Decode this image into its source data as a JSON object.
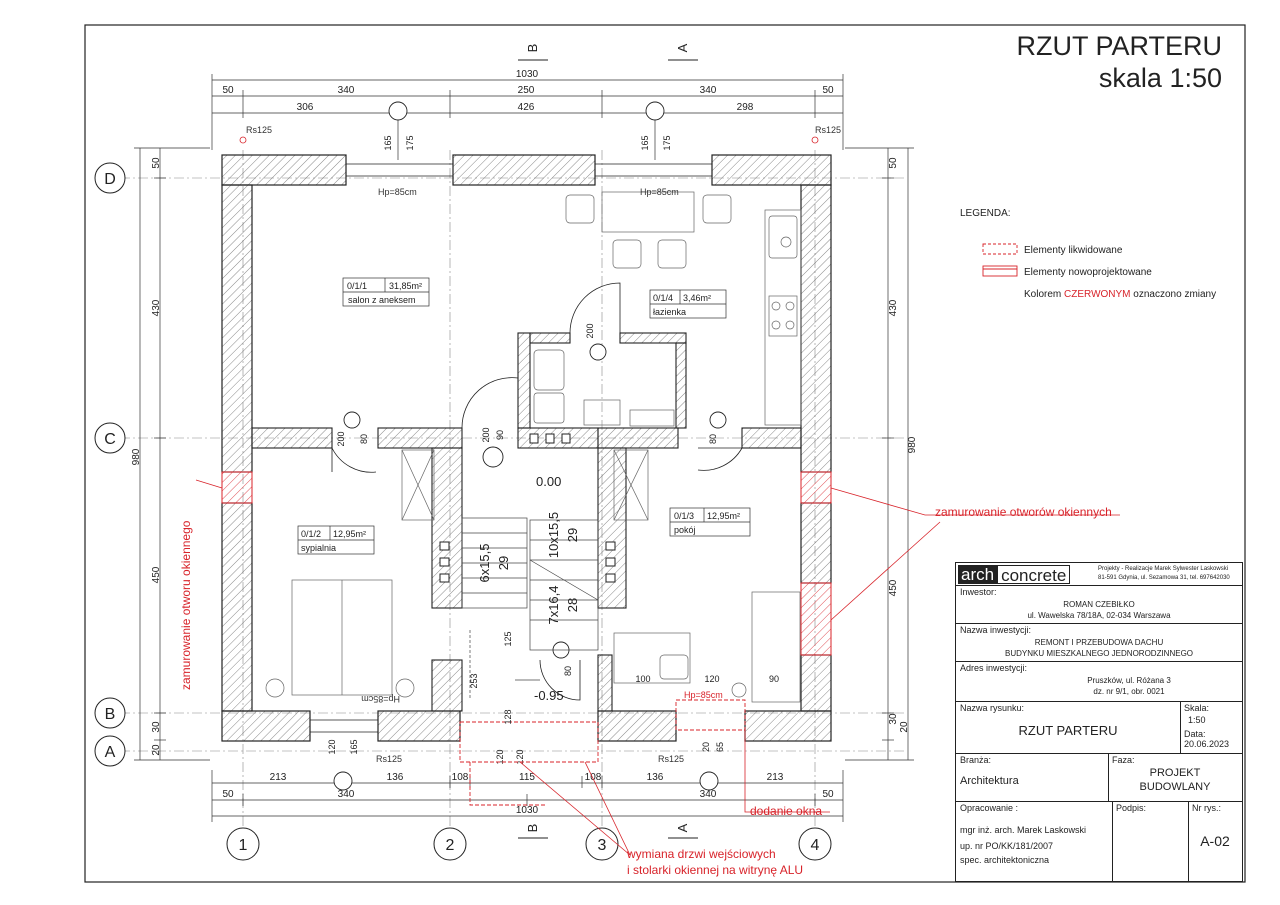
{
  "title": {
    "line1": "RZUT PARTERU",
    "line2": "skala 1:50"
  },
  "legend": {
    "heading": "LEGENDA:",
    "items": [
      "Elementy likwidowane",
      "Elementy nowoprojektowane"
    ],
    "note_prefix": "Kolorem",
    "note_red": "CZERWONYM",
    "note_suffix": "oznaczono zmiany"
  },
  "axes": {
    "columns": [
      "1",
      "2",
      "3",
      "4"
    ],
    "rows": [
      "D",
      "C",
      "B",
      "A"
    ]
  },
  "section_marks": {
    "b": "B",
    "a": "A"
  },
  "dims": {
    "top_total": "1030",
    "top_row1": [
      "50",
      "340",
      "250",
      "340",
      "50"
    ],
    "top_row2": [
      "306",
      "426",
      "298"
    ],
    "bottom_row1": [
      "213",
      "136",
      "108",
      "115",
      "108",
      "136",
      "213"
    ],
    "bottom_row2": [
      "50",
      "340",
      "340",
      "50"
    ],
    "bottom_total": "1030",
    "left_total": "980",
    "left_parts": [
      "50",
      "430",
      "450",
      "30",
      "20"
    ],
    "right_total": "980",
    "right_parts": [
      "50",
      "430",
      "450",
      "30",
      "20"
    ],
    "window_heights": [
      "165",
      "175",
      "165",
      "175"
    ],
    "bottom_heights": [
      "120",
      "165",
      "120",
      "120",
      "20",
      "65"
    ],
    "door_labels": [
      "200",
      "80",
      "200",
      "90",
      "80",
      "200",
      "80"
    ],
    "misc": [
      "100",
      "120",
      "90",
      "125",
      "128",
      "253"
    ]
  },
  "rooms": [
    {
      "code": "0/1/1",
      "area": "31,85m²",
      "name": "salon z aneksem"
    },
    {
      "code": "0/1/4",
      "area": "3,46m²",
      "name": "łazienka"
    },
    {
      "code": "0/1/2",
      "area": "12,95m²",
      "name": "sypialnia"
    },
    {
      "code": "0/1/3",
      "area": "12,95m²",
      "name": "pokój"
    }
  ],
  "labels": {
    "hp1": "Hp=85cm",
    "hp2": "Hp=85cm",
    "hp3": "Hp=85cm",
    "hp4": "Hp=85cm",
    "rs_tl": "Rs125",
    "rs_tr": "Rs125",
    "rs_bl": "Rs125",
    "rs_br": "Rs125",
    "level0": "0.00",
    "level1": "-0.95",
    "stair1": "6x15,5",
    "stair1b": "29",
    "stair2": "10x15,5",
    "stair2b": "29",
    "stair3": "7x16,4",
    "stair3b": "28"
  },
  "annotations": {
    "left": "zamurowanie otworu okiennego",
    "right": "zamurowanie otworów okiennych",
    "add_window": "dodanie okna",
    "door_line1": "wymiana drzwi wejściowych",
    "door_line2": "i stolarki okiennej na witrynę ALU"
  },
  "title_block": {
    "logo_a": "arch",
    "logo_b": "concrete",
    "company_line1": "Projekty - Realizacje Marek Sylwester Laskowski",
    "company_line2": "81-591 Gdynia, ul. Sezamowa 31, tel. 697642030",
    "investor_label": "Inwestor:",
    "investor_name": "ROMAN CZEBIŁKO",
    "investor_addr": "ul. Wawelska 78/18A, 02-034 Warszawa",
    "project_label": "Nazwa inwestycji:",
    "project_line1": "REMONT I PRZEBUDOWA DACHU",
    "project_line2": "BUDYNKU MIESZKALNEGO JEDNORODZINNEGO",
    "site_label": "Adres inwestycji:",
    "site_line1": "Pruszków, ul. Różana 3",
    "site_line2": "dz. nr 9/1, obr. 0021",
    "drawing_label": "Nazwa rysunku:",
    "drawing_name": "RZUT PARTERU",
    "scale_label": "Skala:",
    "scale_value": "1:50",
    "date_label": "Data:",
    "date_value": "20.06.2023",
    "branch_label": "Branża:",
    "branch_value": "Architektura",
    "phase_label": "Faza:",
    "phase_line1": "PROJEKT",
    "phase_line2": "BUDOWLANY",
    "author_label": "Opracowanie :",
    "sign_label": "Podpis:",
    "sheet_label": "Nr rys.:",
    "author_line1": "mgr inż. arch. Marek Laskowski",
    "author_line2": "up. nr  PO/KK/181/2007",
    "author_line3": "spec. architektoniczna",
    "sheet_value": "A-02"
  },
  "colors": {
    "red": "#d8232a",
    "ink": "#222222",
    "grey": "#8a8a8a"
  }
}
